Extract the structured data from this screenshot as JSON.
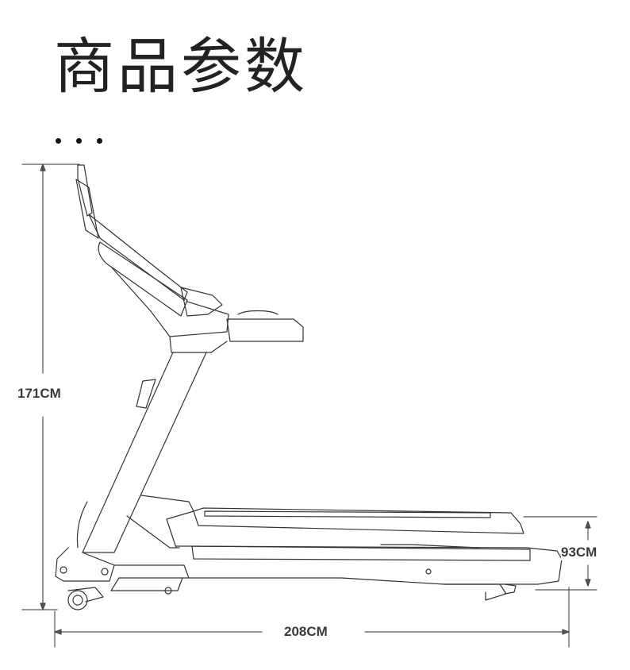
{
  "header": {
    "title": "商品参数"
  },
  "dimensions": {
    "height": "171CM",
    "length": "208CM",
    "deck_height": "93CM"
  },
  "illustration": {
    "subject": "treadmill side view line drawing"
  }
}
